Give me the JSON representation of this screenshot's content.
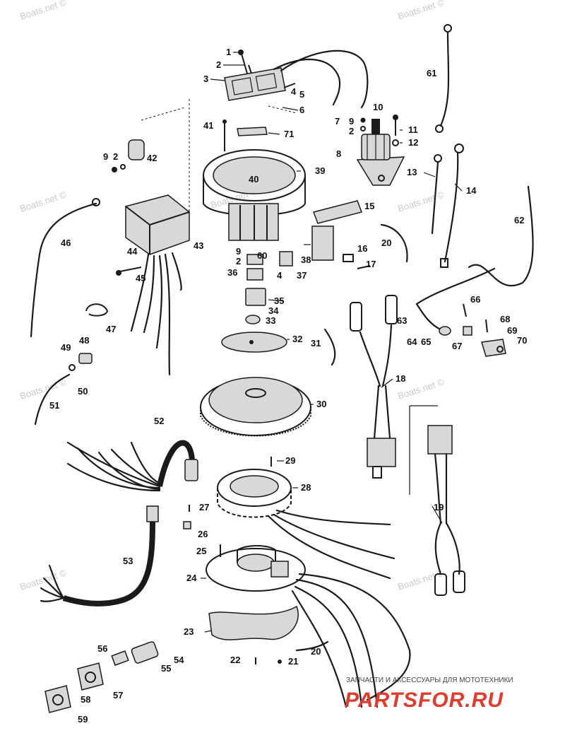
{
  "watermark": "Boats.net ©",
  "footer": {
    "tagline": "ЗАПЧАСТИ И АКСЕССУАРЫ ДЛЯ МОТОТЕХНИКИ",
    "brand": "PARTSFOR.RU"
  },
  "parts": [
    "1",
    "2",
    "3",
    "4",
    "5",
    "6",
    "7",
    "8",
    "9",
    "10",
    "2",
    "11",
    "12",
    "41",
    "71",
    "9",
    "2",
    "42",
    "40",
    "39",
    "13",
    "14",
    "61",
    "62",
    "15",
    "20",
    "16",
    "17",
    "46",
    "43",
    "44",
    "45",
    "9",
    "2",
    "60",
    "38",
    "36",
    "4",
    "37",
    "35",
    "34",
    "33",
    "47",
    "32",
    "31",
    "49",
    "48",
    "50",
    "51",
    "30",
    "18",
    "63",
    "64",
    "65",
    "66",
    "67",
    "68",
    "69",
    "70",
    "52",
    "29",
    "28",
    "27",
    "26",
    "25",
    "24",
    "19",
    "53",
    "23",
    "20",
    "22",
    "21",
    "56",
    "54",
    "55",
    "58",
    "57",
    "59"
  ],
  "colors": {
    "ink": "#1a1a1a",
    "brand": "#e23b2e",
    "watermark": "#c9c9c9"
  }
}
